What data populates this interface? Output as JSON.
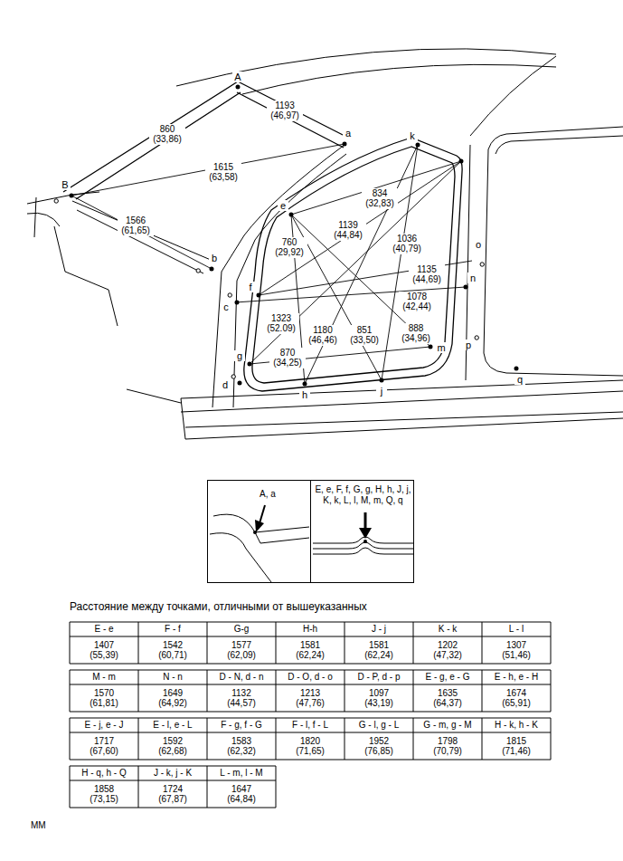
{
  "diagram": {
    "nodes": [
      {
        "text": [
          "A, a"
        ]
      },
      {
        "text": [
          "E, e, F, f, G, g, H, h, J, j, K, k, L, l, M, m, Q, q"
        ]
      }
    ],
    "labels": [
      "A",
      "a",
      "B",
      "k",
      "e",
      "b",
      "f",
      "c",
      "o",
      "n",
      "m",
      "p",
      "g",
      "d",
      "h",
      "j",
      "q",
      "860 (33,86)",
      "1193 (46,97)",
      "1615 (63,58)",
      "834 (32,83)",
      "1566 (61,65)",
      "1139 (44,84)",
      "760 (29,92)",
      "1036 (40,79)",
      "1135 (44,69)",
      "1078 (42,44)",
      "888 (34,96)",
      "1323 (52.09)",
      "1180 (46,46)",
      "851 (33,50)",
      "870 (34,25)",
      "Расстояние между точками, отличными от вышеуказанных",
      "E - e",
      "1407 (55,39)",
      "F - f",
      "1542 (60,71)",
      "G-g",
      "1577 (62,09)",
      "H-h",
      "1581 (62,24)",
      "J - j",
      "1581 (62,24)",
      "K - k",
      "1202 (47,32)",
      "L - l",
      "1307 (51,46)",
      "M - m",
      "1570 (61,81)",
      "N - n",
      "1649 (64,92)",
      "D - N, d - n",
      "1132 (44,57)",
      "D - O, d - o",
      "1213 (47,76)",
      "D - P, d - p",
      "1097 (43,19)",
      "E - g, e - G",
      "1635 (64,37)",
      "E - h, e - H",
      "1674 (65,91)",
      "E - j, e - J",
      "1717 (67,60)",
      "E - l, e - L",
      "1592 (62,68)",
      "F - g, f - G",
      "1583 (62,32)",
      "F - l, f - L",
      "1820 (71,65)",
      "G - l, g - L",
      "1952 (76,85)",
      "G - m, g - M",
      "1798 (70,79)",
      "H - k, h - K",
      "1815 (71,46)",
      "H - q, h - Q",
      "1858 (73,15)",
      "J - k, j - K",
      "1724 (67,87)",
      "L - m, l - M",
      "1647 (64,84)",
      "ММ"
    ]
  }
}
